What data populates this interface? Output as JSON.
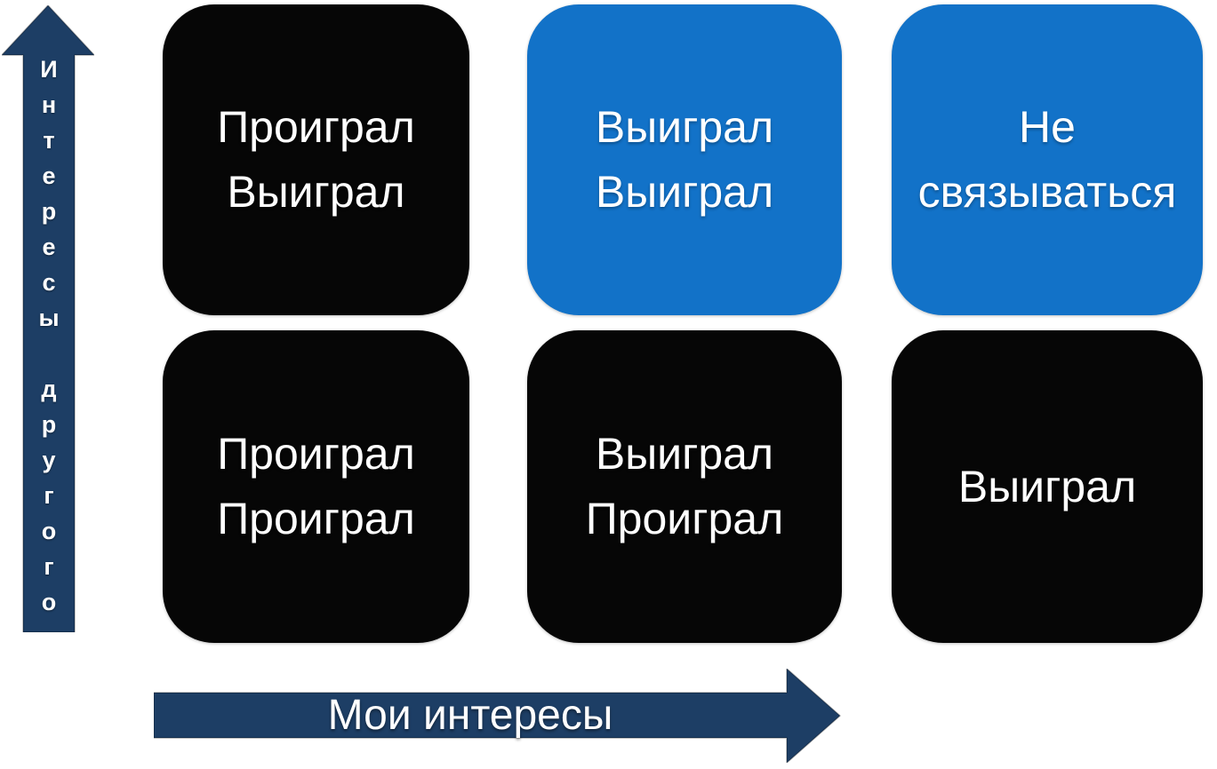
{
  "axes": {
    "x": {
      "label": "Мои интересы"
    },
    "y": {
      "label": "Интересы другого"
    }
  },
  "cells": {
    "lose_win": {
      "line1": "Проиграл",
      "line2": "Выиграл",
      "variant": "black"
    },
    "win_win": {
      "line1": "Выиграл",
      "line2": "Выиграл",
      "variant": "blue"
    },
    "avoid": {
      "line1": "Не",
      "line2": "связываться",
      "variant": "blue"
    },
    "lose_lose": {
      "line1": "Проиграл",
      "line2": "Проиграл",
      "variant": "black"
    },
    "win_lose": {
      "line1": "Выиграл",
      "line2": "Проиграл",
      "variant": "black"
    },
    "win": {
      "line1": "Выиграл",
      "variant": "black"
    }
  },
  "colors": {
    "blue": "#1272c8",
    "black": "#060606",
    "navy": "#1d3e65",
    "text": "#ffffff",
    "background": "#ffffff"
  }
}
